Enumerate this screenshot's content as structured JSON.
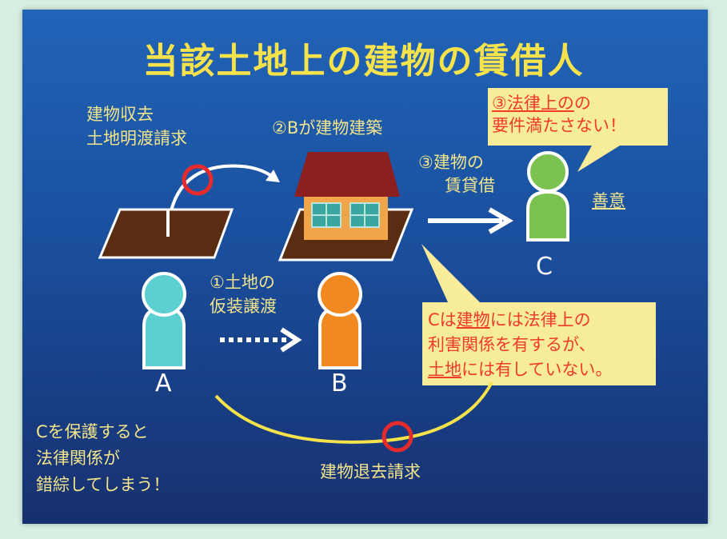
{
  "title": "当該土地上の建物の賃借人",
  "labels": {
    "demand_top_1": "建物収去",
    "demand_top_2": "土地明渡請求",
    "build": "②Bが建物建築",
    "lease_1": "③建物の",
    "lease_2": "賃貸借",
    "good_faith": "善意",
    "transfer_1": "①土地の",
    "transfer_2": "仮装譲渡",
    "eviction": "建物退去請求",
    "note_1": "Cを保護すると",
    "note_2": "法律関係が",
    "note_3": "錯綜してしまう！"
  },
  "persons": {
    "a": "A",
    "b": "B",
    "c": "C"
  },
  "callout_top": {
    "line1_underlined": "③法律上の",
    "line1_rest": "の",
    "line2": "要件満たさない！"
  },
  "callout_bottom": {
    "l1a": "Cは",
    "l1u": "建物",
    "l1b": "には法律上の",
    "line2": "利害関係を有するが、",
    "l3u": "土地",
    "l3b": "には有していない。"
  },
  "colors": {
    "title": "#f6e24a",
    "text": "#f3e58a",
    "callout_bg": "#f7ec9a",
    "callout_text": "#f03a2a",
    "person_a": "#5ccfd0",
    "person_b": "#f08a20",
    "person_c": "#7cc250"
  }
}
